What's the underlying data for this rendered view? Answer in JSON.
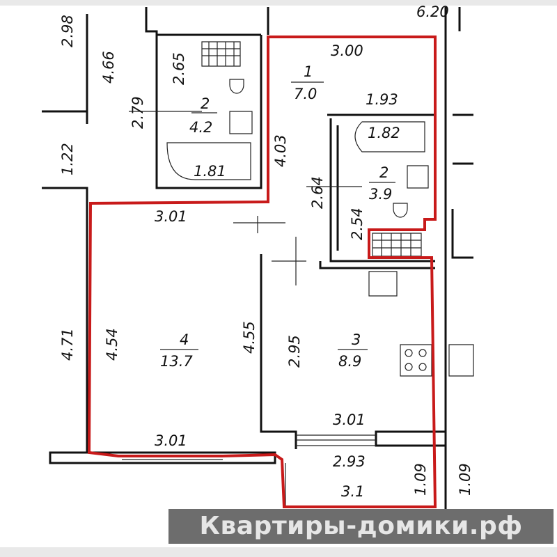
{
  "plan": {
    "top_dims": {
      "d298": "2.98",
      "d466": "4.66",
      "d620": "6.20",
      "d300": "3.00",
      "d265": "2.65",
      "d279": "2.79",
      "d181": "1.81",
      "d122": "1.22"
    },
    "room_bath_left": {
      "num": "2",
      "area": "4.2"
    },
    "room_hall": {
      "num": "1",
      "area": "7.0"
    },
    "room_bath_right": {
      "num": "2",
      "area": "3.9"
    },
    "room_living": {
      "num": "4",
      "area": "13.7"
    },
    "room_kitchen": {
      "num": "3",
      "area": "8.9"
    },
    "room_balcony": {
      "area": "3.1"
    },
    "dims": {
      "d193": "1.93",
      "d403": "4.03",
      "d182": "1.82",
      "d264": "2.64",
      "d254": "2.54",
      "d301_top": "3.01",
      "d471": "4.71",
      "d454": "4.54",
      "d455": "4.55",
      "d295": "2.95",
      "d301_bottom": "3.01",
      "d301_kitchen": "3.01",
      "d293": "2.93",
      "d109_a": "1.09",
      "d109_b": "1.09"
    },
    "outline_color": "#c81a1a"
  },
  "watermark": {
    "text": "Квартиры-домики.рф"
  }
}
